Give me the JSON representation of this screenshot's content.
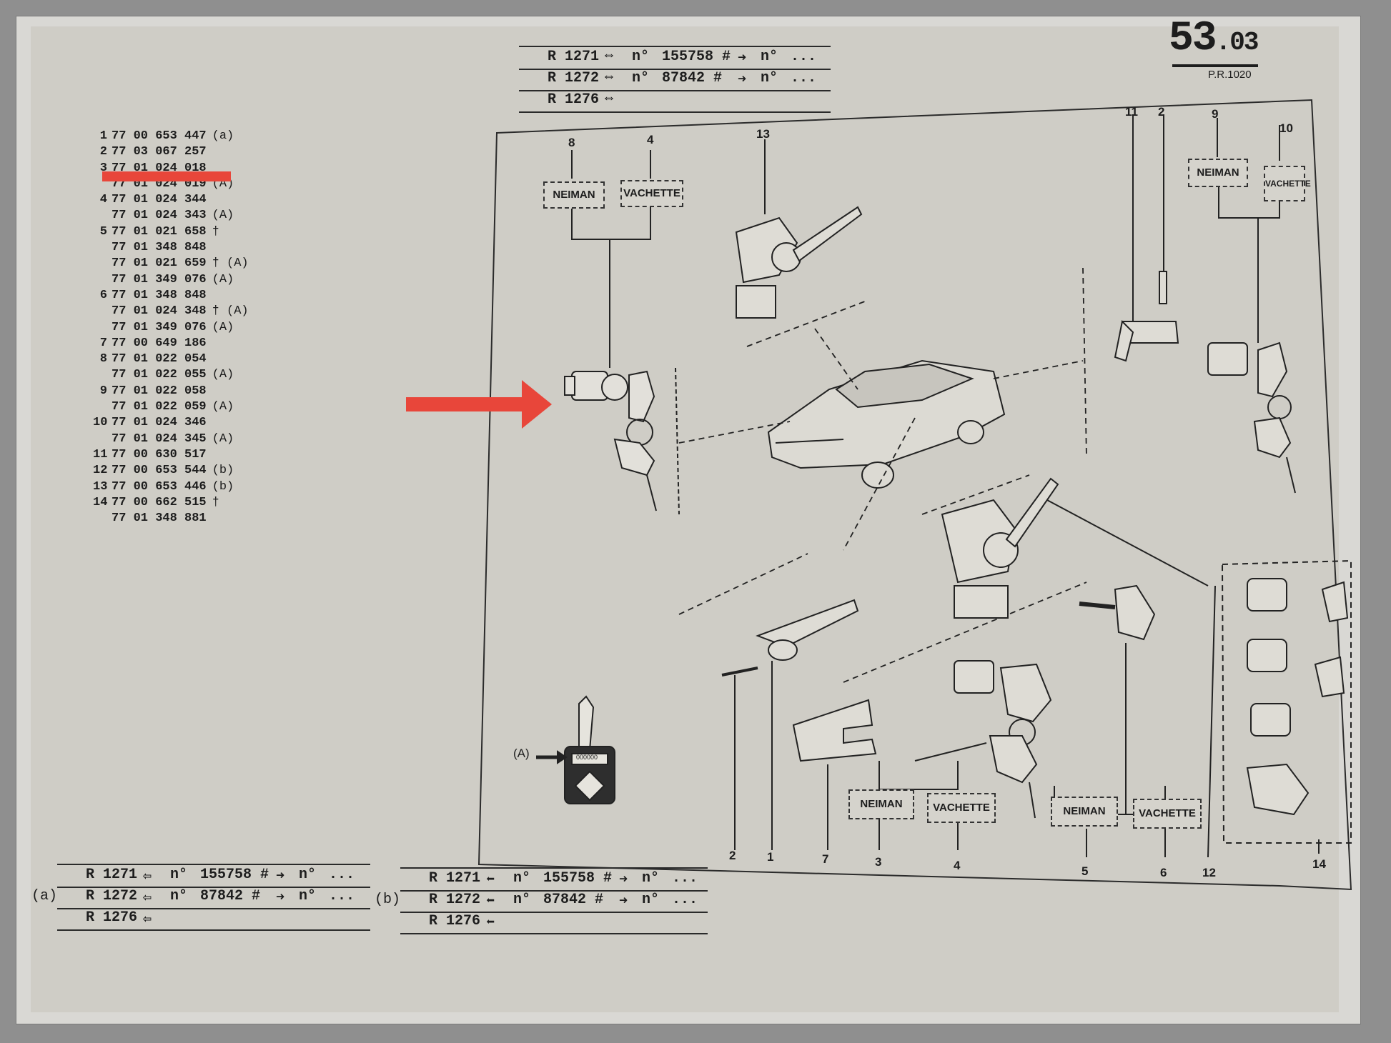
{
  "page": {
    "number_main": "53",
    "number_sub": ".03",
    "pr_code": "P.R.1020"
  },
  "parts_list": [
    {
      "num": "1",
      "ref": "77 00 653 447",
      "note": "(a)"
    },
    {
      "num": "2",
      "ref": "77 03 067 257",
      "note": ""
    },
    {
      "num": "3",
      "ref": "77 01 024 018",
      "note": ""
    },
    {
      "num": "",
      "ref": "77 01 024 019",
      "note": "(A)"
    },
    {
      "num": "4",
      "ref": "77 01 024 344",
      "note": ""
    },
    {
      "num": "",
      "ref": "77 01 024 343",
      "note": "(A)"
    },
    {
      "num": "5",
      "ref": "77 01 021 658",
      "note": "†"
    },
    {
      "num": "",
      "ref": "77 01 348 848",
      "note": ""
    },
    {
      "num": "",
      "ref": "77 01 021 659",
      "note": "† (A)"
    },
    {
      "num": "",
      "ref": "77 01 349 076",
      "note": "(A)"
    },
    {
      "num": "6",
      "ref": "77 01 348 848",
      "note": ""
    },
    {
      "num": "",
      "ref": "77 01 024 348",
      "note": "† (A)"
    },
    {
      "num": "",
      "ref": "77 01 349 076",
      "note": "(A)"
    },
    {
      "num": "7",
      "ref": "77 00 649 186",
      "note": ""
    },
    {
      "num": "8",
      "ref": "77 01 022 054",
      "note": ""
    },
    {
      "num": "",
      "ref": "77 01 022 055",
      "note": "(A)"
    },
    {
      "num": "9",
      "ref": "77 01 022 058",
      "note": ""
    },
    {
      "num": "",
      "ref": "77 01 022 059",
      "note": "(A)"
    },
    {
      "num": "10",
      "ref": "77 01 024 346",
      "note": ""
    },
    {
      "num": "",
      "ref": "77 01 024 345",
      "note": "(A)"
    },
    {
      "num": "11",
      "ref": "77 00 630 517",
      "note": ""
    },
    {
      "num": "12",
      "ref": "77 00 653 544",
      "note": "(b)"
    },
    {
      "num": "13",
      "ref": "77 00 653 446",
      "note": "(b)"
    },
    {
      "num": "14",
      "ref": "77 00 662 515",
      "note": "†"
    },
    {
      "num": "",
      "ref": "77 01 348 881",
      "note": ""
    }
  ],
  "top_table": [
    {
      "model": "R 1271",
      "no": "n°",
      "serial": "155758 #",
      "no2": "n°",
      "dots": "..."
    },
    {
      "model": "R 1272",
      "no": "n°",
      "serial": "87842 #",
      "no2": "n°",
      "dots": "..."
    },
    {
      "model": "R 1276",
      "no": "",
      "serial": "",
      "no2": "",
      "dots": ""
    }
  ],
  "table_a": {
    "marker": "(a)",
    "rows": [
      {
        "model": "R 1271",
        "no": "n°",
        "serial": "155758 #",
        "no2": "n°",
        "dots": "..."
      },
      {
        "model": "R 1272",
        "no": "n°",
        "serial": "87842 #",
        "no2": "n°",
        "dots": "..."
      },
      {
        "model": "R 1276",
        "no": "",
        "serial": "",
        "no2": "",
        "dots": ""
      }
    ]
  },
  "table_b": {
    "marker": "(b)",
    "rows": [
      {
        "model": "R 1271",
        "no": "n°",
        "serial": "155758 #",
        "no2": "n°",
        "dots": "..."
      },
      {
        "model": "R 1272",
        "no": "n°",
        "serial": "87842 #",
        "no2": "n°",
        "dots": "..."
      },
      {
        "model": "R 1276",
        "no": "",
        "serial": "",
        "no2": "",
        "dots": ""
      }
    ]
  },
  "diagram": {
    "brands": {
      "neiman": "NEIMAN",
      "vachette": "VACHETTE"
    },
    "callouts": {
      "c8": "8",
      "c4top": "4",
      "c13": "13",
      "c11": "11",
      "c2top": "2",
      "c9": "9",
      "c10": "10",
      "c2": "2",
      "c1": "1",
      "c7": "7",
      "c3": "3",
      "c4": "4",
      "c5": "5",
      "c6": "6",
      "c12": "12",
      "c14": "14"
    },
    "key_marker": "(A)",
    "key_serial": "000000"
  },
  "colors": {
    "arrow": "#e8463a",
    "paper": "#cfcdc6",
    "ink": "#1d1d1d"
  }
}
